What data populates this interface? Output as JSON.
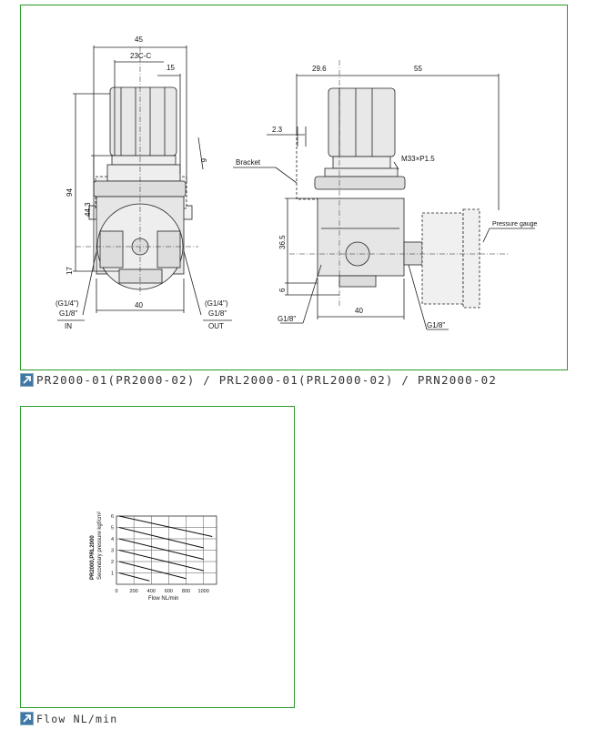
{
  "drawing": {
    "front": {
      "dim_width": "45",
      "dim_23cc": "23C-C",
      "dim_15": "15",
      "dim_6": "6",
      "dim_94": "94",
      "dim_443": "44.3",
      "dim_17": "17",
      "dim_40": "40",
      "in_port_alt": "(G1/4\")",
      "in_port": "G1/8\"",
      "in_label": "IN",
      "out_port_alt": "(G1/4\")",
      "out_port": "G1/8\"",
      "out_label": "OUT"
    },
    "side": {
      "dim_296": "29.6",
      "dim_55": "55",
      "dim_23": "2.3",
      "bracket": "Bracket",
      "thread": "M33×P1.5",
      "dim_365": "36.5",
      "dim_6": "6",
      "dim_40": "40",
      "port_left": "G1/8\"",
      "port_right": "G1/8\"",
      "gauge": "Pressure gauge"
    }
  },
  "caption1": "PR2000-01(PR2000-02) / PRL2000-01(PRL2000-02) / PRN2000-02",
  "caption2": "Flow NL/min",
  "colors": {
    "border": "#2a9a2a",
    "icon": "#3f78a8"
  },
  "chart_data": {
    "type": "line",
    "title": "",
    "xlabel": "Flow NL/min",
    "ylabel": "Secondary pressure kgf/cm²",
    "ylabel_model": "PR2000,PRL2000",
    "xlim": [
      0,
      1150
    ],
    "ylim": [
      0,
      6
    ],
    "xticks": [
      "0",
      "200",
      "400",
      "600",
      "800",
      "1000"
    ],
    "yticks": [
      "1",
      "2",
      "3",
      "4",
      "5",
      "6"
    ],
    "grid": true,
    "series": [
      {
        "name": "6",
        "x": [
          30,
          1100
        ],
        "y": [
          6,
          4.2
        ]
      },
      {
        "name": "5",
        "x": [
          30,
          1000
        ],
        "y": [
          5,
          3.2
        ]
      },
      {
        "name": "4",
        "x": [
          30,
          1000
        ],
        "y": [
          4,
          2.2
        ]
      },
      {
        "name": "3",
        "x": [
          30,
          1000
        ],
        "y": [
          3,
          1.2
        ]
      },
      {
        "name": "2",
        "x": [
          30,
          800
        ],
        "y": [
          2,
          0.5
        ]
      },
      {
        "name": "1",
        "x": [
          30,
          380
        ],
        "y": [
          1,
          0.3
        ]
      }
    ]
  }
}
